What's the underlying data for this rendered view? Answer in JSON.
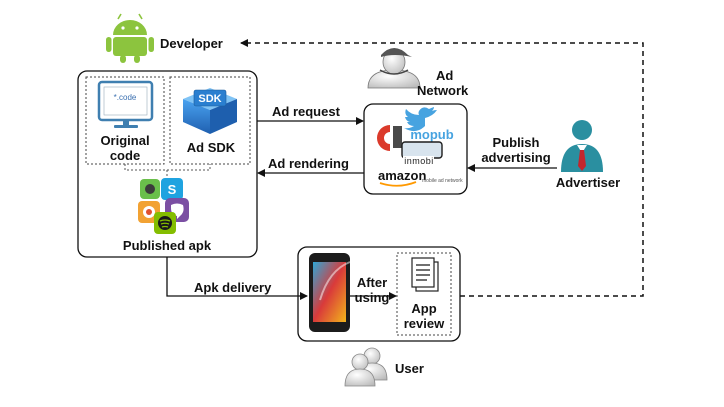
{
  "actors": {
    "developer": "Developer",
    "ad_network_line1": "Ad",
    "ad_network_line2": "Network",
    "advertiser": "Advertiser",
    "user": "User"
  },
  "developer_box": {
    "original_code_line1": "Original",
    "original_code_line2": "code",
    "code_screen_text": "*.code",
    "ad_sdk": "Ad SDK",
    "sdk_box_text": "SDK",
    "published_apk": "Published apk"
  },
  "ad_network_box": {
    "logos": [
      "mopub",
      "inmobi",
      "amazon",
      "mobile ad network"
    ]
  },
  "user_box": {
    "after_using_line1": "After",
    "after_using_line2": "using",
    "app_review_line1": "App",
    "app_review_line2": "review"
  },
  "arrows": {
    "ad_request": "Ad request",
    "ad_rendering": "Ad rendering",
    "publish_line1": "Publish",
    "publish_line2": "advertising",
    "apk_delivery": "Apk delivery"
  },
  "colors": {
    "android_green": "#8cc43e",
    "advertiser_teal": "#2a8fa0",
    "advertiser_red": "#c3262d",
    "sdk_blue": "#2a7fd0",
    "mopub_blue": "#47a3e0",
    "google_red": "#db3a2b",
    "amazon_orange": "#ff9900"
  }
}
